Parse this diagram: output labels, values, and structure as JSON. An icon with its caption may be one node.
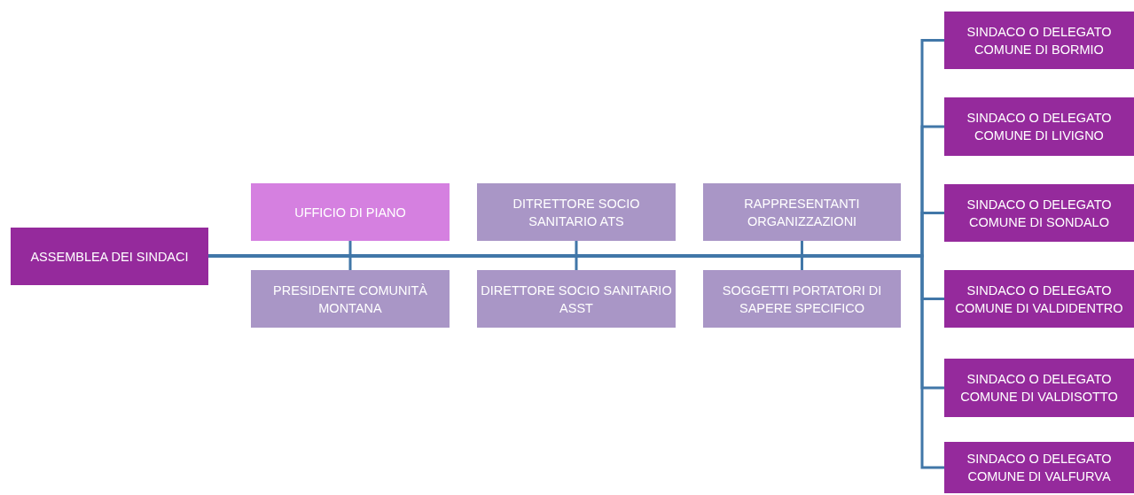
{
  "diagram": {
    "nodes": [
      {
        "text": [
          "ASSEMBLEA DEI SINDACI"
        ]
      },
      {
        "text": [
          "UFFICIO DI PIANO"
        ]
      },
      {
        "text": [
          "PRESIDENTE COMUNITÀ MONTANA"
        ]
      },
      {
        "text": [
          "DITRETTORE SOCIO SANITARIO ATS"
        ]
      },
      {
        "text": [
          "DIRETTORE SOCIO SANITARIO ASST"
        ]
      },
      {
        "text": [
          "RAPPRESENTANTI ORGANIZZAZIONI"
        ]
      },
      {
        "text": [
          "SOGGETTI PORTATORI DI SAPERE SPECIFICO"
        ]
      },
      {
        "text": [
          "SINDACO O DELEGATO COMUNE DI BORMIO"
        ]
      },
      {
        "text": [
          "SINDACO O DELEGATO COMUNE DI LIVIGNO"
        ]
      },
      {
        "text": [
          "SINDACO O DELEGATO COMUNE DI SONDALO"
        ]
      },
      {
        "text": [
          "SINDACO O DELEGATO COMUNE DI VALDIDENTRO"
        ]
      },
      {
        "text": [
          "SINDACO O DELEGATO COMUNE DI VALDISOTTO"
        ]
      },
      {
        "text": [
          "SINDACO O DELEGATO COMUNE DI VALFURVA"
        ]
      }
    ],
    "edges": [
      {
        "from": 0,
        "to": 1,
        "arrow": "none"
      },
      {
        "from": 0,
        "to": 2,
        "arrow": "none"
      },
      {
        "from": 0,
        "to": 3,
        "arrow": "none"
      },
      {
        "from": 0,
        "to": 4,
        "arrow": "none"
      },
      {
        "from": 0,
        "to": 5,
        "arrow": "none"
      },
      {
        "from": 0,
        "to": 6,
        "arrow": "none"
      },
      {
        "from": 0,
        "to": 7,
        "arrow": "none"
      },
      {
        "from": 0,
        "to": 8,
        "arrow": "none"
      },
      {
        "from": 0,
        "to": 9,
        "arrow": "none"
      },
      {
        "from": 0,
        "to": 10,
        "arrow": "none"
      },
      {
        "from": 0,
        "to": 11,
        "arrow": "none"
      },
      {
        "from": 0,
        "to": 12,
        "arrow": "none"
      }
    ]
  }
}
